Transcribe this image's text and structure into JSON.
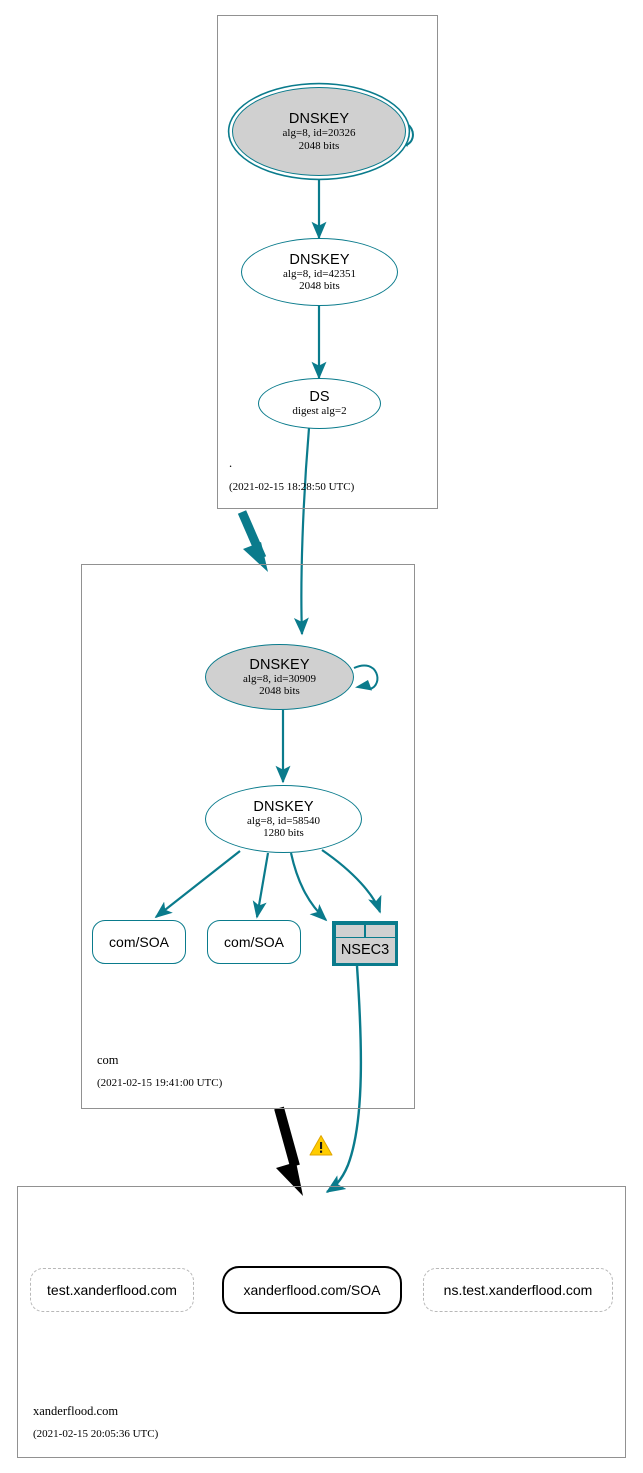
{
  "diagram": {
    "type": "dnssec-authentication-chain",
    "colors": {
      "secure_teal": "#0a7b8c",
      "zone_border": "#919191",
      "ksk_fill": "#d0d0d0",
      "insecure_gray": "#b8b8b8",
      "bogus_black": "#000000",
      "warning_yellow": "#ffcc00"
    }
  },
  "zones": [
    {
      "id": "root",
      "name": ".",
      "timestamp": "(2021-02-15 18:28:50 UTC)",
      "nodes": [
        {
          "id": "root-ksk",
          "kind": "dnskey-ksk",
          "title": "DNSKEY",
          "line2": "alg=8, id=20326",
          "line3": "2048 bits",
          "alg": 8,
          "key_id": 20326,
          "key_size": "2048 bits",
          "fill": "gray",
          "double_outline": true,
          "self_signed": true
        },
        {
          "id": "root-zsk",
          "kind": "dnskey-zsk",
          "title": "DNSKEY",
          "line2": "alg=8, id=42351",
          "line3": "2048 bits",
          "alg": 8,
          "key_id": 42351,
          "key_size": "2048 bits",
          "fill": "white",
          "double_outline": false,
          "self_signed": false
        },
        {
          "id": "root-ds",
          "kind": "ds",
          "title": "DS",
          "line2": "digest alg=2",
          "digest_alg": 2,
          "fill": "white"
        }
      ]
    },
    {
      "id": "com",
      "name": "com",
      "timestamp": "(2021-02-15 19:41:00 UTC)",
      "nodes": [
        {
          "id": "com-ksk",
          "kind": "dnskey-ksk",
          "title": "DNSKEY",
          "line2": "alg=8, id=30909",
          "line3": "2048 bits",
          "alg": 8,
          "key_id": 30909,
          "key_size": "2048 bits",
          "fill": "gray",
          "double_outline": false,
          "self_signed": true
        },
        {
          "id": "com-zsk",
          "kind": "dnskey-zsk",
          "title": "DNSKEY",
          "line2": "alg=8, id=58540",
          "line3": "1280 bits",
          "alg": 8,
          "key_id": 58540,
          "key_size": "1280 bits",
          "fill": "white",
          "double_outline": false,
          "self_signed": false
        },
        {
          "id": "com-soa-1",
          "kind": "rrset",
          "label": "com/SOA",
          "style": "secure"
        },
        {
          "id": "com-soa-2",
          "kind": "rrset",
          "label": "com/SOA",
          "style": "secure"
        },
        {
          "id": "com-nsec3",
          "kind": "nsec3",
          "label": "NSEC3",
          "style": "secure"
        }
      ]
    },
    {
      "id": "xanderflood",
      "name": "xanderflood.com",
      "timestamp": "(2021-02-15 20:05:36 UTC)",
      "nodes": [
        {
          "id": "xf-test",
          "kind": "rrset",
          "label": "test.xanderflood.com",
          "style": "insecure-dashed"
        },
        {
          "id": "xf-soa",
          "kind": "rrset",
          "label": "xanderflood.com/SOA",
          "style": "bogus-black"
        },
        {
          "id": "xf-ns-test",
          "kind": "rrset",
          "label": "ns.test.xanderflood.com",
          "style": "insecure-dashed"
        }
      ]
    }
  ],
  "edges": [
    {
      "from": "root-ksk",
      "to": "root-ksk",
      "style": "self-loop-secure"
    },
    {
      "from": "root-ksk",
      "to": "root-zsk",
      "style": "secure"
    },
    {
      "from": "root-zsk",
      "to": "root-ds",
      "style": "secure"
    },
    {
      "from": "root-ds",
      "to": "com-ksk",
      "style": "secure"
    },
    {
      "from": "root",
      "to": "com",
      "style": "delegation-secure-thick"
    },
    {
      "from": "com-ksk",
      "to": "com-ksk",
      "style": "self-loop-secure"
    },
    {
      "from": "com-ksk",
      "to": "com-zsk",
      "style": "secure"
    },
    {
      "from": "com-zsk",
      "to": "com-soa-1",
      "style": "secure"
    },
    {
      "from": "com-zsk",
      "to": "com-soa-2",
      "style": "secure"
    },
    {
      "from": "com-zsk",
      "to": "com-nsec3",
      "style": "secure"
    },
    {
      "from": "com-zsk",
      "to": "com-nsec3",
      "style": "secure"
    },
    {
      "from": "com-nsec3",
      "to": "xanderflood",
      "style": "secure"
    },
    {
      "from": "com",
      "to": "xanderflood",
      "style": "delegation-bogus-thick-black"
    }
  ],
  "warning": {
    "icon": "warning-triangle-icon",
    "glyph": "!",
    "position": "between com and xanderflood.com"
  }
}
